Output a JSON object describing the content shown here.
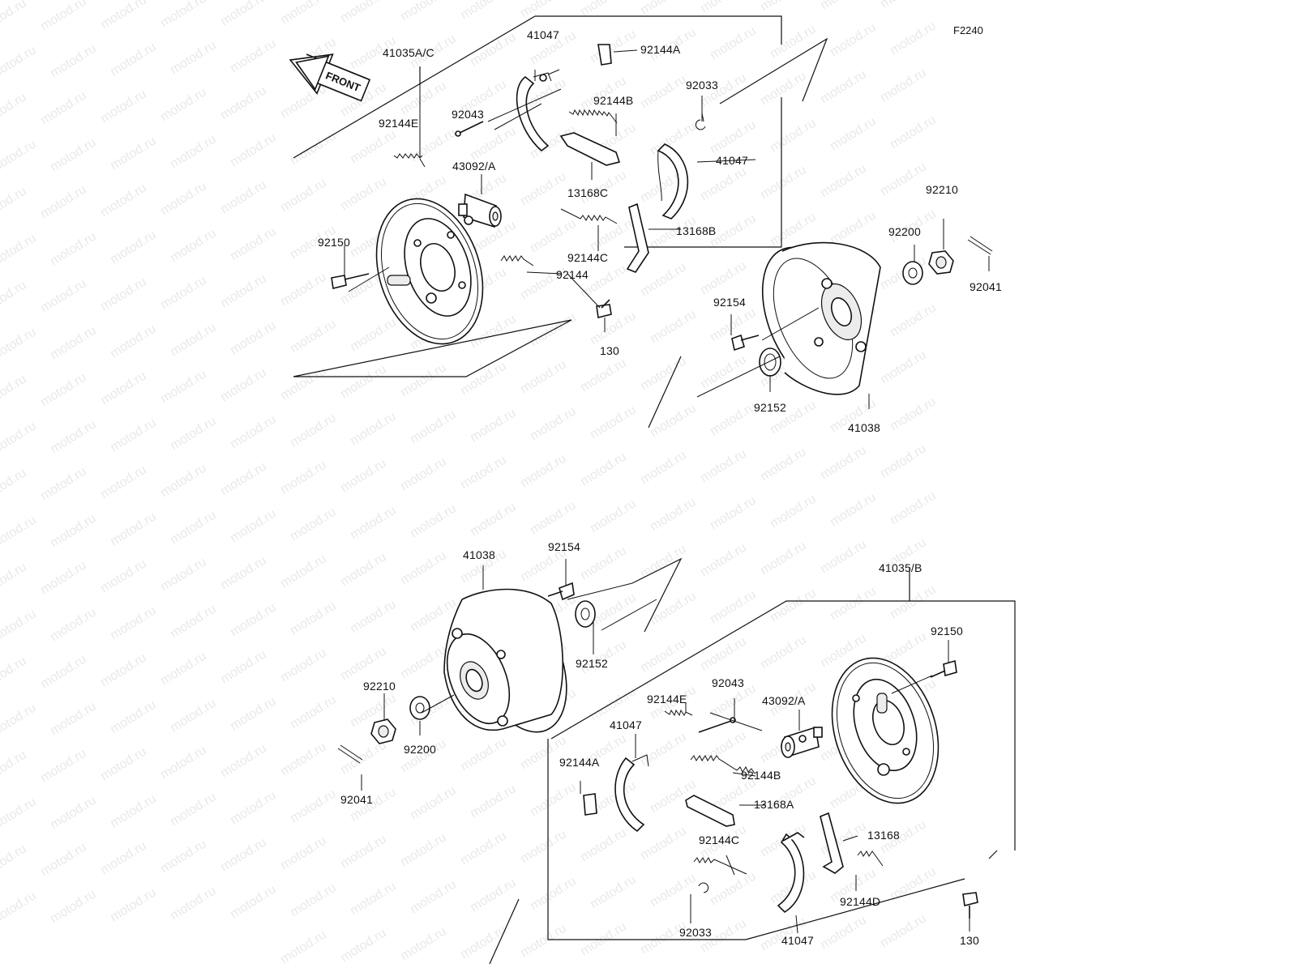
{
  "figure_code": "F2240",
  "watermark_text": "motod.ru",
  "front_arrow_label": "FRONT",
  "callouts": [
    {
      "id": "t1",
      "text": "41035A/C"
    },
    {
      "id": "t2",
      "text": "41047"
    },
    {
      "id": "t3",
      "text": "92144A"
    },
    {
      "id": "t4",
      "text": "92043"
    },
    {
      "id": "t5",
      "text": "92144B"
    },
    {
      "id": "t6",
      "text": "92033"
    },
    {
      "id": "t7",
      "text": "92144E"
    },
    {
      "id": "t8",
      "text": "43092/A"
    },
    {
      "id": "t9",
      "text": "41047"
    },
    {
      "id": "t10",
      "text": "13168C"
    },
    {
      "id": "t11",
      "text": "13168B"
    },
    {
      "id": "t12",
      "text": "92144C"
    },
    {
      "id": "t13",
      "text": "92150"
    },
    {
      "id": "t14",
      "text": "92144"
    },
    {
      "id": "t15",
      "text": "130"
    },
    {
      "id": "t16",
      "text": "92210"
    },
    {
      "id": "t17",
      "text": "92200"
    },
    {
      "id": "t18",
      "text": "92041"
    },
    {
      "id": "t19",
      "text": "92154"
    },
    {
      "id": "t20",
      "text": "92152"
    },
    {
      "id": "t21",
      "text": "41038"
    },
    {
      "id": "b1",
      "text": "41038"
    },
    {
      "id": "b2",
      "text": "92154"
    },
    {
      "id": "b3",
      "text": "41035/B"
    },
    {
      "id": "b4",
      "text": "92152"
    },
    {
      "id": "b5",
      "text": "92150"
    },
    {
      "id": "b6",
      "text": "92210"
    },
    {
      "id": "b7",
      "text": "92043"
    },
    {
      "id": "b8",
      "text": "92144E"
    },
    {
      "id": "b9",
      "text": "43092/A"
    },
    {
      "id": "b10",
      "text": "41047"
    },
    {
      "id": "b11",
      "text": "92200"
    },
    {
      "id": "b12",
      "text": "92144A"
    },
    {
      "id": "b13",
      "text": "92144B"
    },
    {
      "id": "b14",
      "text": "13168A"
    },
    {
      "id": "b15",
      "text": "92041"
    },
    {
      "id": "b16",
      "text": "92144C"
    },
    {
      "id": "b17",
      "text": "13168"
    },
    {
      "id": "b18",
      "text": "92144D"
    },
    {
      "id": "b19",
      "text": "92033"
    },
    {
      "id": "b20",
      "text": "41047"
    },
    {
      "id": "b21",
      "text": "130"
    }
  ]
}
